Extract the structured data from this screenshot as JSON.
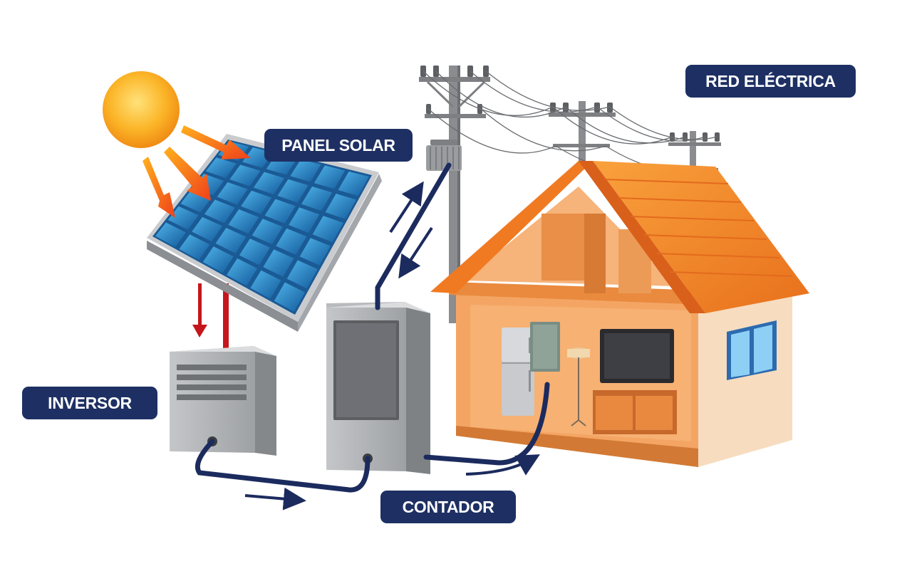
{
  "labels": {
    "panel_solar": "PANEL SOLAR",
    "red_electrica": "RED ELÉCTRICA",
    "inversor": "INVERSOR",
    "contador": "CONTADOR"
  },
  "colors": {
    "label_bg": "#1e3063",
    "label_text": "#ffffff",
    "cable": "#1c2b5e",
    "sun": "#f9a620",
    "sun_ray_arrow": "#f5561a",
    "dc_arrow": "#c4161c",
    "panel_cell": "#1f78b8",
    "roof": "#f58a2a",
    "wall": "#f4a060",
    "device_grey": "#a7a9ac"
  },
  "icons": {
    "sun": "sun-icon",
    "solar_panel": "solar-panel-icon",
    "power_pole": "power-pole-icon",
    "inverter": "inverter-icon",
    "meter": "meter-icon",
    "house": "house-icon"
  }
}
